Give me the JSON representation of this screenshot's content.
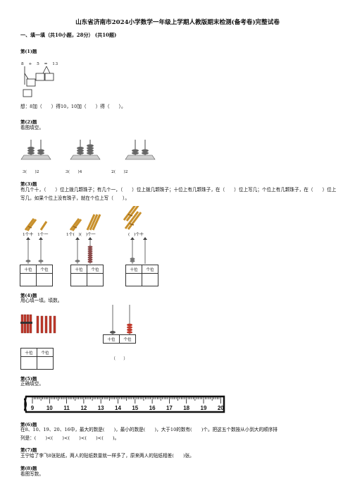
{
  "title": "山东省济南市2024小学数学一年级上学期人教版期末检测(备考卷)完整试卷",
  "section1": "一、填一填（共10小题，28分） (共10题)",
  "q1": {
    "label": "第(1)题",
    "equation": "8　+　5　=　13",
    "text": "想：8加（　　）得10，10加（　　）得（　　）。"
  },
  "q2": {
    "label": "第(2)题",
    "prompt": "看图填空。",
    "blank1": "3(　　)2",
    "blank2": "3(　　)4",
    "blank3": "2(　　)2"
  },
  "q3": {
    "label": "第(3)题",
    "text": "有几个十，（　　）位上拨几颗珠子；有几个一，（　　）位上拨几颗珠子；十位上有几颗珠子，在（　　）位上写几；个位上有几颗珠子，在（　　）位上写几，如果个位上没有珠子，就在个位上写（　　）。",
    "cap1": "1个十　1个一",
    "cap2": "1个(　)(　)个一",
    "cap3": "(　)个十",
    "col_tens": "十位",
    "col_ones": "个位"
  },
  "q4": {
    "label": "第(4)题",
    "prompt": "用心填一填。填数。",
    "col_tens": "十位",
    "col_ones": "个位",
    "paren": "（　　）"
  },
  "q5": {
    "label": "第(5)题",
    "prompt": "正确填空。",
    "ruler_labels": [
      "9",
      "10",
      "11",
      "12",
      "13",
      "14",
      "15",
      "16",
      "17",
      "18",
      "19",
      "20"
    ]
  },
  "q6": {
    "label": "第(6)题",
    "line1": "在8、10、19、20、16中，最大的数是(　　)，最小的数是(　　)，大于10的数有(　　)个。把这五个数按从小到大的顺序排",
    "line2": "列是：(　　)<(　　)<(　　)<(　　)<(　　)。"
  },
  "q7": {
    "label": "第(7)题",
    "text": "王宁给了李飞8张贴纸，两人的贴纸数量就一样多了，原来两人的贴纸相差(　　)张。"
  },
  "q8": {
    "label": "第(8)题",
    "prompt": "看图写数。"
  }
}
